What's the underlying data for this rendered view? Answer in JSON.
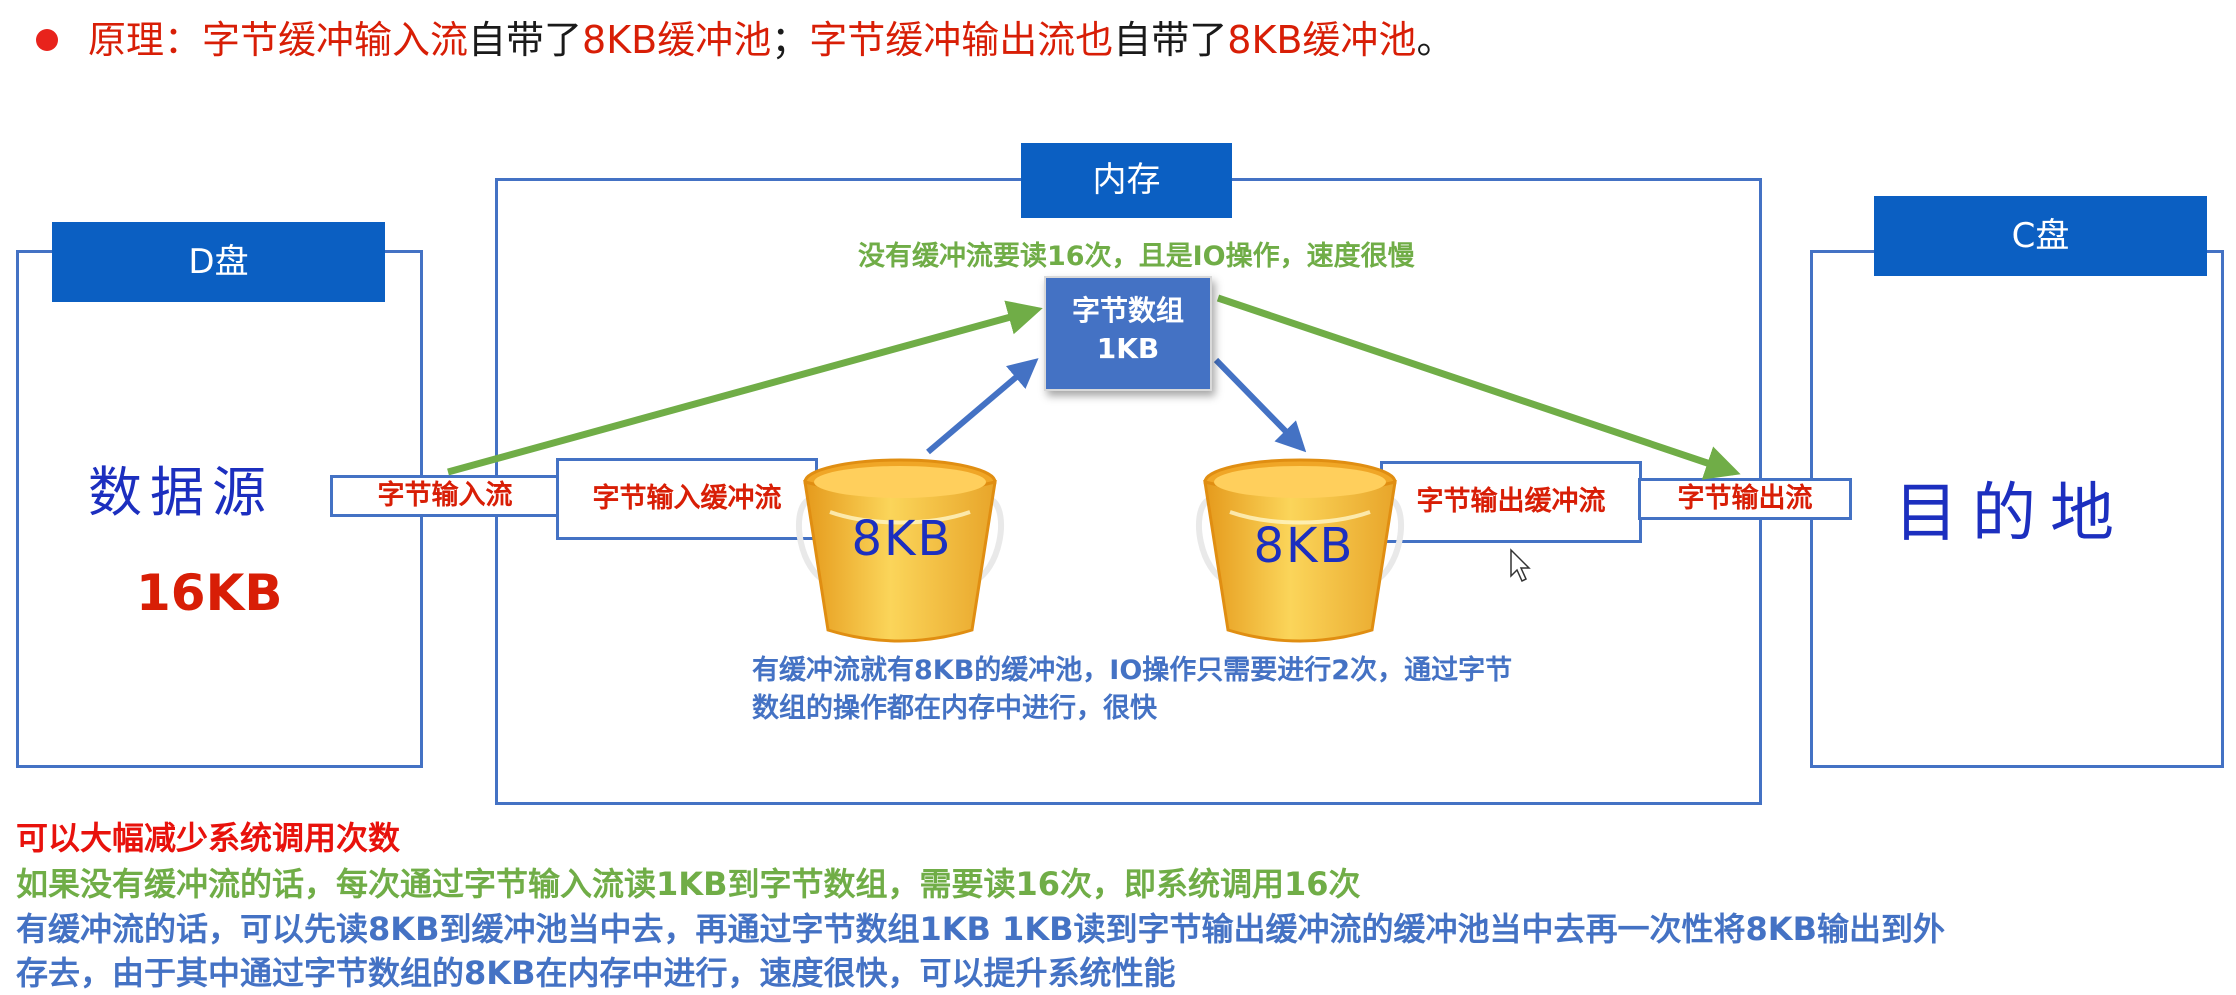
{
  "principle": {
    "label": "原理：",
    "part1": "字节缓冲输入流",
    "part2": "自带了",
    "part3": "8KB缓冲池",
    "part4": "；",
    "part5": "字节缓冲输出流也",
    "part6": "自带了",
    "part7": "8KB缓冲池",
    "part8": "。"
  },
  "memory": {
    "title": "内存"
  },
  "disk_d": {
    "title": "D盘",
    "line1": "数据源",
    "line2": "16KB"
  },
  "disk_c": {
    "title": "C盘",
    "line1": "目的地"
  },
  "streams": {
    "input": "字节输入流",
    "buffered_input": "字节输入缓冲流",
    "buffered_output": "字节输出缓冲流",
    "output": "字节输出流"
  },
  "byte_array": {
    "line1": "字节数组",
    "line2": "1KB"
  },
  "buckets": {
    "left_label": "8KB",
    "right_label": "8KB"
  },
  "notes": {
    "no_buffer": "没有缓冲流要读16次，且是IO操作，速度很慢",
    "with_buffer_line1": "有缓冲流就有8KB的缓冲池，IO操作只需要进行2次，通过字节",
    "with_buffer_line2": "数组的操作都在内存中进行，很快"
  },
  "bottom": {
    "line1": "可以大幅减少系统调用次数",
    "line2": "如果没有缓冲流的话，每次通过字节输入流读1KB到字节数组，需要读16次，即系统调用16次",
    "line3": "有缓冲流的话，可以先读8KB到缓冲池当中去，再通过字节数组1KB 1KB读到字节输出缓冲流的缓冲池当中去再一次性将8KB输出到外",
    "line4": "存去，由于其中通过字节数组的8KB在内存中进行，速度很快，可以提升系统性能"
  },
  "colors": {
    "red": "#d81e06",
    "blue": "#4472c4",
    "tab_blue": "#0b5fc2",
    "green": "#70ad47",
    "dark_blue_text": "#1c2fbf",
    "bucket_yellow": "#f7c23b"
  },
  "icons": [
    "bullet-dot-icon",
    "bucket-icon",
    "cursor-icon",
    "arrow-icon"
  ]
}
